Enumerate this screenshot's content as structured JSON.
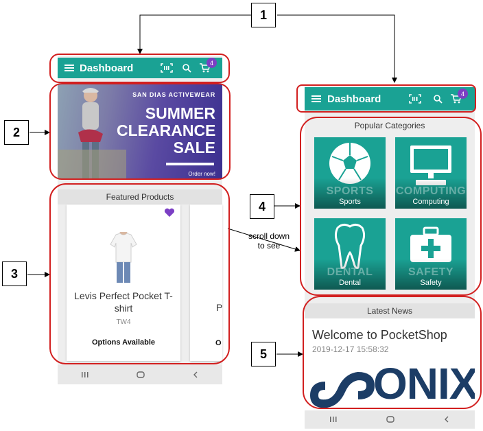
{
  "callouts": {
    "c1": "1",
    "c2": "2",
    "c3": "3",
    "c4": "4",
    "c5": "5"
  },
  "scroll_note": {
    "line1": "scroll down",
    "line2": "to see"
  },
  "left_phone": {
    "header": {
      "title": "Dashboard",
      "cart_count": "4"
    },
    "banner": {
      "brand": "SAN DIAS ACTIVEWEAR",
      "line1": "SUMMER",
      "line2": "CLEARANCE",
      "line3": "SALE",
      "cta": "Order now!"
    },
    "featured": {
      "title": "Featured Products",
      "product": {
        "name": "Levis Perfect Pocket T-shirt",
        "sku": "TW4",
        "options": "Options Available"
      },
      "next_peek": {
        "name": "P",
        "options": "O"
      }
    }
  },
  "right_phone": {
    "header": {
      "title": "Dashboard",
      "cart_count": "4"
    },
    "categories": {
      "title": "Popular Categories",
      "items": [
        {
          "label": "Sports",
          "ghost": "SPORTS"
        },
        {
          "label": "Computing",
          "ghost": "COMPUTING"
        },
        {
          "label": "Dental",
          "ghost": "DENTAL"
        },
        {
          "label": "Safety",
          "ghost": "SAFETY"
        }
      ]
    },
    "news": {
      "title": "Latest News",
      "headline": "Welcome to PocketShop",
      "date": "2019-12-17 15:58:32",
      "logo_text": "ONIX"
    }
  },
  "colors": {
    "teal": "#1aa294",
    "purple": "#7b3fc4",
    "annotation_red": "#d21f1f"
  },
  "icons": [
    "menu-icon",
    "barcode-scan-icon",
    "search-icon",
    "cart-icon",
    "heart-icon",
    "recent-apps-icon",
    "home-icon",
    "back-icon"
  ]
}
